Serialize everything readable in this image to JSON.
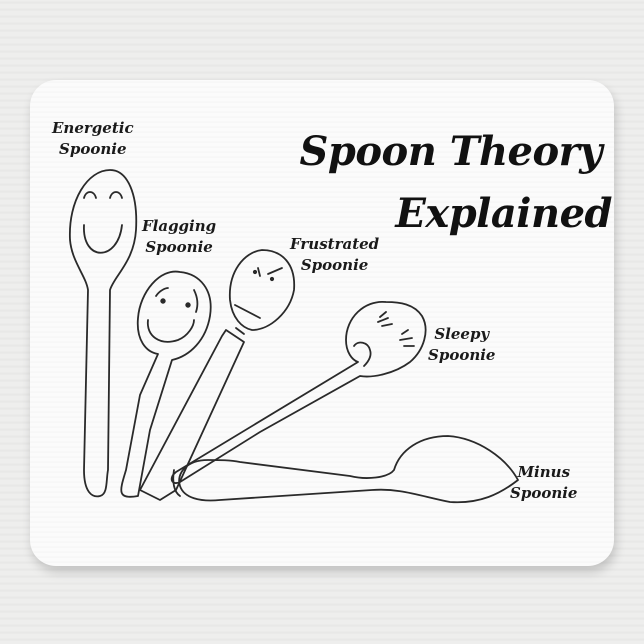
{
  "title": {
    "line1": "Spoon Theory",
    "line2": "Explained"
  },
  "spoons": [
    {
      "label_line1": "Energetic",
      "label_line2": "Spoonie"
    },
    {
      "label_line1": "Flagging",
      "label_line2": "Spoonie"
    },
    {
      "label_line1": "Frustrated",
      "label_line2": "Spoonie"
    },
    {
      "label_line1": "Sleepy",
      "label_line2": "Spoonie"
    },
    {
      "label_line1": "Minus",
      "label_line2": "Spoonie"
    }
  ],
  "colors": {
    "ink": "#1a1a1a",
    "pad": "#fbfbfb",
    "background": "#ebebea"
  }
}
